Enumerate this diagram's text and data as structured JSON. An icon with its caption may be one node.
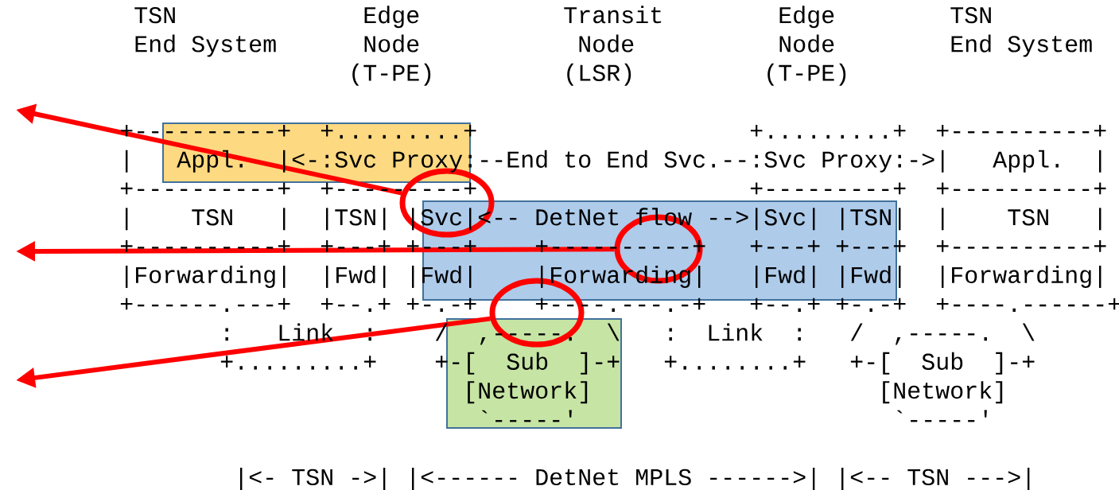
{
  "diagram": {
    "nodes": [
      {
        "text": [],
        "shape": "circle"
      },
      {
        "text": [],
        "shape": "circle"
      },
      {
        "text": [],
        "shape": "circle"
      }
    ],
    "edges": [
      {
        "from": 0,
        "to": null,
        "arrow": "to",
        "color": "#ff0000"
      },
      {
        "from": 1,
        "to": null,
        "arrow": "to",
        "color": "#ff0000"
      },
      {
        "from": 2,
        "to": null,
        "arrow": "to",
        "color": "#ff0000"
      }
    ],
    "labels": [
      "TSN",
      "Edge",
      "Transit",
      "Edge",
      "TSN",
      "End System",
      "Node",
      "Node",
      "Node",
      "End System",
      "(T-PE)",
      "(LSR)",
      "(T-PE)",
      "+----------+",
      "+.........+",
      "+.........+",
      "+----------+",
      "|",
      "Appl.",
      "|<-:Svc Proxy:--End to End Svc.--:Svc Proxy:->|",
      "Appl.",
      "|",
      "+----------+",
      "+---------+",
      "+---------+",
      "+----------+",
      "|",
      "TSN",
      "|",
      "|TSN| |Svc|<-- DetNet flow -->|Svc| |TSN|",
      "|",
      "TSN",
      "|",
      "+----------+",
      "+---+ +---+",
      "+----------+",
      "+---+ +---+",
      "+----------+",
      "|Forwarding|",
      "|Fwd| |Fwd|",
      "|Forwarding|",
      "|Fwd| |Fwd|",
      "|Forwarding|",
      "+------.---+",
      "+--.+ +-.-+",
      "+----.---.-+",
      "+--.+ +-.-+",
      "+----.------+",
      ":",
      "Link",
      ":",
      "/",
      ",-----.",
      "\\",
      ":",
      "Link",
      ":",
      "/",
      ",-----.",
      "\\",
      "+.........+",
      "+-[",
      "Sub",
      "]-+",
      "+........+",
      "+-[",
      "Sub",
      "]-+",
      "[Network]",
      "[Network]",
      "`-----'",
      "`-----'",
      "|<- TSN ->|",
      "|<------ DetNet MPLS ------>|",
      "|<-- TSN --->|"
    ]
  }
}
